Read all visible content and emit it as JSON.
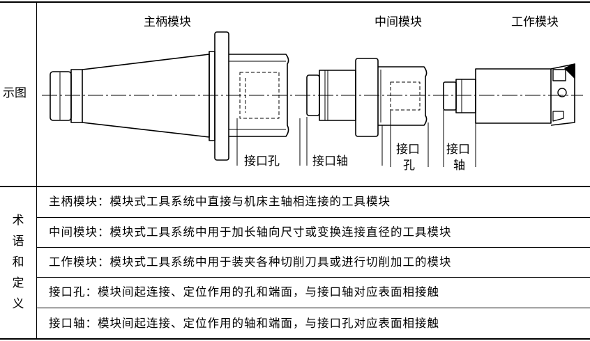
{
  "header": {
    "diagram_label": "示图",
    "terms_label_chars": [
      "术",
      "语",
      "和",
      "定",
      "义"
    ]
  },
  "diagram": {
    "module_titles": {
      "main": "主柄模块",
      "middle": "中间模块",
      "working": "工作模块"
    },
    "part_labels": {
      "hole_1": "接口孔",
      "shaft_1": "接口轴",
      "hole_2_line1": "接口",
      "hole_2_line2": "孔",
      "shaft_2_line1": "接口",
      "shaft_2_line2": "轴"
    }
  },
  "definitions": [
    "主柄模块：模块式工具系统中直接与机床主轴相连接的工具模块",
    "中间模块：模块式工具系统中用于加长轴向尺寸或变换连接直径的工具模块",
    "工作模块：模块式工具系统中用于装夹各种切削刀具或进行切削加工的模块",
    "接口孔：模块间起连接、定位作用的孔和端面，与接口轴对应表面相接触",
    "接口轴：模块间起连接、定位作用的轴和端面，与接口孔对应表面相接触"
  ]
}
